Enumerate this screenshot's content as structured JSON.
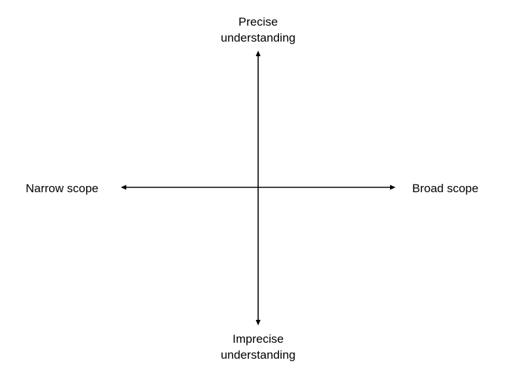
{
  "diagram": {
    "type": "quadrant-axes",
    "line_color": "#000000",
    "background_color": "#ffffff",
    "top_label": {
      "line1": "Precise",
      "line2": "understanding"
    },
    "bottom_label": {
      "line1": "Imprecise",
      "line2": "understanding"
    },
    "left_label": "Narrow scope",
    "right_label": "Broad scope"
  }
}
